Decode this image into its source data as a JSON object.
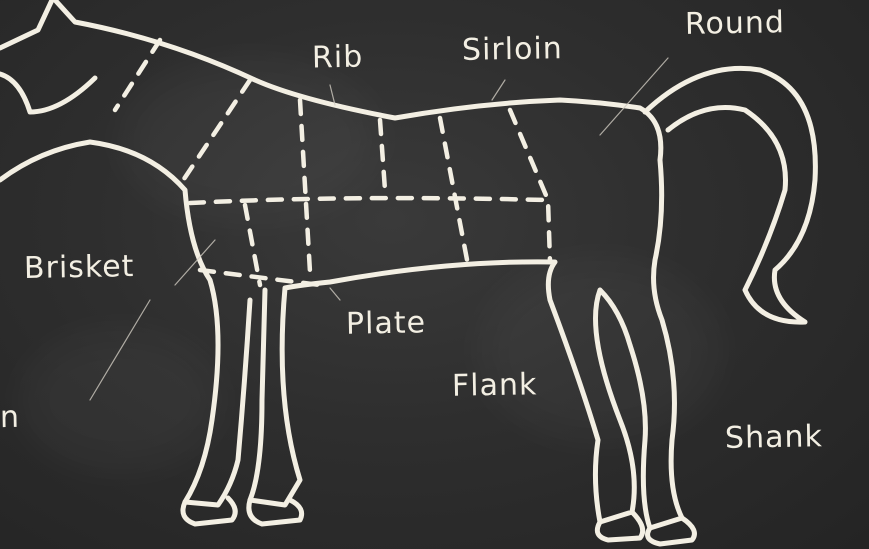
{
  "labels": {
    "rib": "Rib",
    "sirloin": "Sirloin",
    "round": "Round",
    "brisket": "Brisket",
    "plate": "Plate",
    "flank": "Flank",
    "shank": "Shank",
    "edge_fragment": "n"
  },
  "colors": {
    "chalkboard": "#2e2e2e",
    "chalk": "#f3efe3"
  }
}
